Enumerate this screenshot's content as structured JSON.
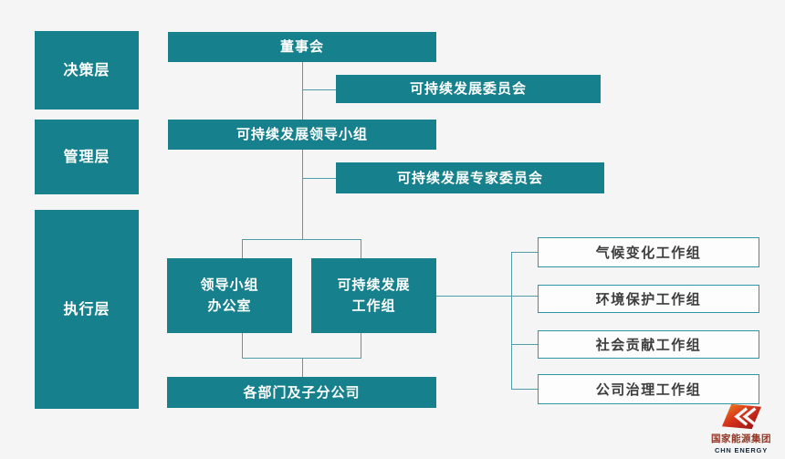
{
  "colors": {
    "box_teal": "#17808d",
    "connector": "#4e9da8",
    "white_box_border": "#2d96a3",
    "white_box_text": "#3d3d3d",
    "background": "#f4f5f4",
    "logo_red": "#c3161c"
  },
  "layers": [
    {
      "label": "决策层"
    },
    {
      "label": "管理层"
    },
    {
      "label": "执行层"
    }
  ],
  "nodes": {
    "board": "董事会",
    "sd_committee": "可持续发展委员会",
    "sd_leading_group": "可持续发展领导小组",
    "sd_expert_committee": "可持续发展专家委员会",
    "leading_group_office_line1": "领导小组",
    "leading_group_office_line2": "办公室",
    "sd_working_group_line1": "可持续发展",
    "sd_working_group_line2": "工作组",
    "departments": "各部门及子分公司"
  },
  "working_groups": [
    {
      "label": "气候变化工作组"
    },
    {
      "label": "环境保护工作组"
    },
    {
      "label": "社会贡献工作组"
    },
    {
      "label": "公司治理工作组"
    }
  ],
  "logo": {
    "name_cn": "国家能源集团",
    "name_en": "CHN ENERGY"
  }
}
